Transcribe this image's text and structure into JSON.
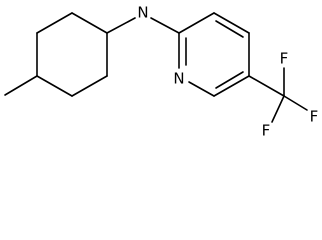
{
  "atoms": {
    "amine_n": "N",
    "pyridine_n": "N",
    "fluorine_1": "F",
    "fluorine_2": "F",
    "fluorine_3": "F"
  }
}
